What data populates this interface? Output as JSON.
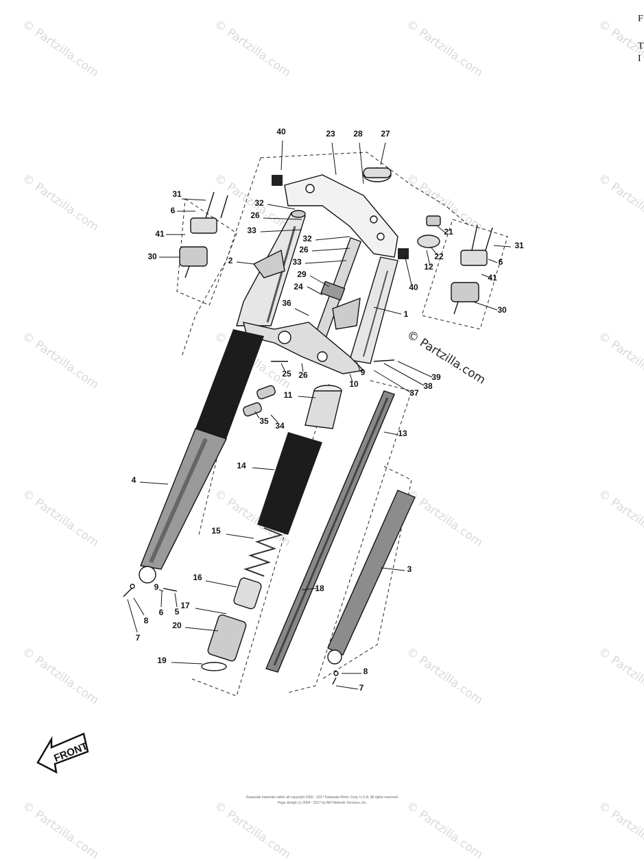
{
  "watermark_text": "© Partzilla.com",
  "copyright_mark": "© Partzilla.com",
  "corner_letters": [
    "F",
    "T",
    "I"
  ],
  "front_arrow_label": "FRONT",
  "footer_lines": [
    "Kawasaki materials within all copyright 1960 - 2017 Kawasaki Motor Corp. U.S.A. All rights reserved.",
    "Page design (c) 2004 - 2017 by ARI Network Services, Inc."
  ],
  "callouts": [
    "40",
    "23",
    "28",
    "27",
    "31",
    "6",
    "32",
    "26",
    "33",
    "41",
    "30",
    "2",
    "32",
    "26",
    "33",
    "29",
    "24",
    "36",
    "21",
    "22",
    "12",
    "31",
    "6",
    "41",
    "30",
    "40",
    "1",
    "25",
    "26",
    "9",
    "39",
    "38",
    "37",
    "10",
    "11",
    "35",
    "34",
    "13",
    "14",
    "4",
    "15",
    "16",
    "18",
    "3",
    "9",
    "6",
    "5",
    "8",
    "7",
    "17",
    "20",
    "19",
    "8",
    "7"
  ]
}
